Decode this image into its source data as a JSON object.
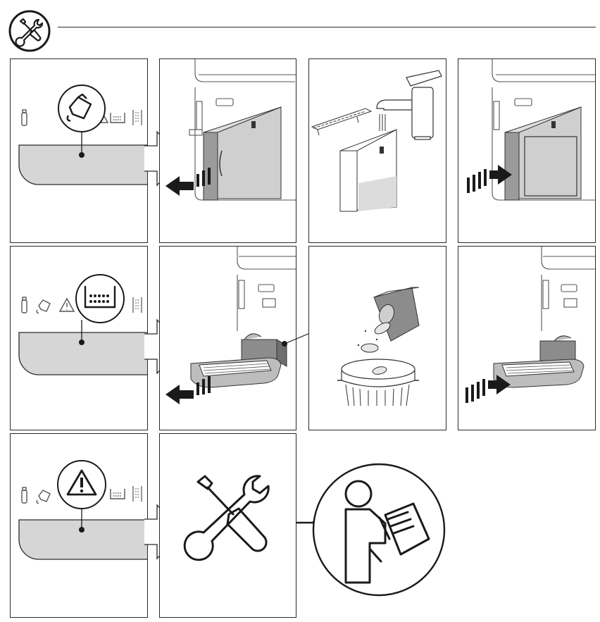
{
  "manual": {
    "header": {
      "icon": "tools-icon"
    },
    "rows": [
      {
        "id": "water-tank",
        "indicator": {
          "highlighted": "water-jug-icon",
          "others": [
            "descale-tube-icon",
            "warning-icon",
            "grounds-container-icon",
            "filter-icon"
          ]
        },
        "steps": [
          "remove-water-tank",
          "fill-water-tank-at-tap",
          "insert-water-tank"
        ]
      },
      {
        "id": "grounds-container",
        "indicator": {
          "highlighted": "grounds-container-icon",
          "others": [
            "descale-tube-icon",
            "water-jug-icon",
            "warning-icon",
            "filter-icon"
          ]
        },
        "steps": [
          "remove-drip-tray",
          "empty-grounds-into-bin",
          "insert-drip-tray"
        ]
      },
      {
        "id": "general-alarm",
        "indicator": {
          "highlighted": "warning-icon",
          "others": [
            "descale-tube-icon",
            "water-jug-icon",
            "grounds-container-icon",
            "filter-icon"
          ]
        },
        "steps": [
          "service-tools",
          "read-manual"
        ]
      }
    ],
    "colors": {
      "stroke": "#2a2a2a",
      "panel-fill": "#d6d6d6",
      "tray-gray": "#bdbdbd",
      "dark": "#1a1a1a"
    }
  }
}
